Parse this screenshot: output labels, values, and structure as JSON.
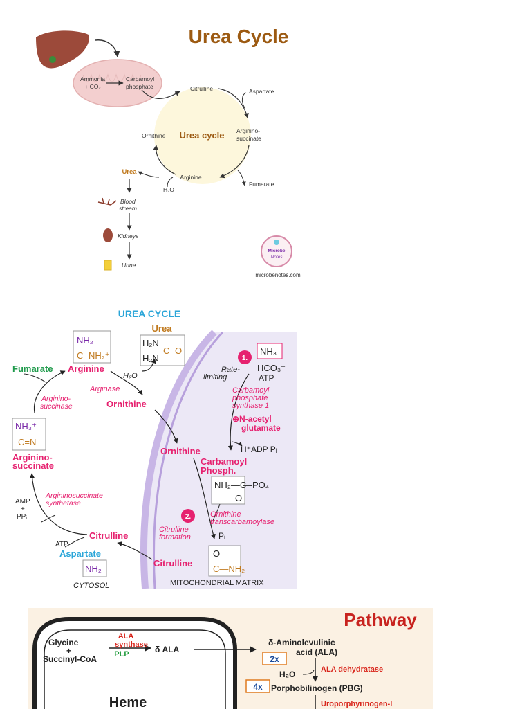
{
  "panel1": {
    "title": "Urea Cycle",
    "ammonia": "Ammonia",
    "co2": "+ CO₂",
    "carbamoyl_1": "Carbamoyl",
    "carbamoyl_2": "phosphate",
    "citrulline": "Citrulline",
    "aspartate": "Aspartate",
    "argininosuccinate_1": "Arginino-",
    "argininosuccinate_2": "succinate",
    "ornithine": "Ornithine",
    "center": "Urea cycle",
    "arginine": "Arginine",
    "fumarate": "Fumarate",
    "urea": "Urea",
    "h2o": "H₂O",
    "blood_1": "Blood",
    "blood_2": "stream",
    "kidneys": "Kidneys",
    "urine": "Urine",
    "logo_1": "Microbe",
    "logo_2": "Notes",
    "site": "microbenotes.com",
    "colors": {
      "title": "#9c5a12",
      "circle": "#fdf7dc",
      "mito": "#f3cfcf"
    }
  },
  "panel2": {
    "title": "UREA CYCLE",
    "urea": "Urea",
    "nh2": "NH₂",
    "c_nh2_plus": "C=NH₂⁺",
    "h2n_1": "H₂N",
    "h2n_2": "H₂N",
    "c_o": "C=O",
    "fumarate": "Fumarate",
    "arginine": "Arginine",
    "h2o": "H₂O",
    "arginase": "Arginase",
    "ornithine_1": "Ornithine",
    "argininosuccinase_1": "Arginino-",
    "argininosuccinase_2": "succinase",
    "nh3_plus": "NH₃⁺",
    "c_n": "C=N",
    "argininosuccinate_1": "Arginino-",
    "argininosuccinate_2": "succinate",
    "amp": "AMP",
    "plus": "+",
    "ppi": "PPᵢ",
    "ass_1": "Argininosuccinate",
    "ass_2": "synthetase",
    "atp_left": "ATP",
    "citrulline_1": "Citrulline",
    "aspartate": "Aspartate",
    "aspartate_nh2": "NH₂",
    "cytosol": "CYTOSOL",
    "step1": "1.",
    "nh3": "NH₃",
    "hco3": "HCO₃⁻",
    "atp_right": "ATP",
    "rate_1": "Rate-",
    "rate_2": "limiting",
    "cps_1": "Carbamoyl",
    "cps_2": "phosphate",
    "cps_3": "synthase 1",
    "nag_1": "⊕N-acetyl",
    "nag_2": "glutamate",
    "hadp": "H⁺ADP Pᵢ",
    "ornithine_2": "Ornithine",
    "carb_1": "Carbamoyl",
    "carb_2": "Phosph.",
    "nh2_c": "NH₂—C",
    "po4": "—PO₄",
    "o_below": "O",
    "step2": "2.",
    "otc_1": "Ornithine",
    "otc_2": "transcarbamoylase",
    "cf_1": "Citrulline",
    "cf_2": "formation",
    "pi": "Pᵢ",
    "citrulline_2": "Citrulline",
    "cit_o": "O",
    "cit_c_nh2": "C—NH₂",
    "matrix": "MITOCHONDRIAL MATRIX",
    "colors": {
      "title": "#2aa5d8",
      "pink": "#e6216f",
      "green": "#1f9a4b",
      "blue": "#2aa5d8",
      "brown": "#c07a1f",
      "matrix": "#ece8f6"
    }
  },
  "panel3": {
    "title": "Pathway",
    "glycine": "Glycine",
    "plus": "+",
    "succinyl": "Succinyl-CoA",
    "ala_synthase_1": "ALA",
    "ala_synthase_2": "synthase",
    "plp": "PLP",
    "delta_ala": "δ ALA",
    "heme": "Heme",
    "ala_1": "δ-Aminolevulinic",
    "ala_2": "acid (ALA)",
    "x2": "2x",
    "h2o": "H₂O",
    "ala_dehydratase": "ALA dehydratase",
    "x4": "4x",
    "pbg": "Porphobilinogen (PBG)",
    "uro": "Uroporphyrinogen-I",
    "colors": {
      "bg": "#fbf1e3",
      "title": "#c8231f",
      "red": "#d9261c",
      "green": "#1e9a3a"
    }
  }
}
